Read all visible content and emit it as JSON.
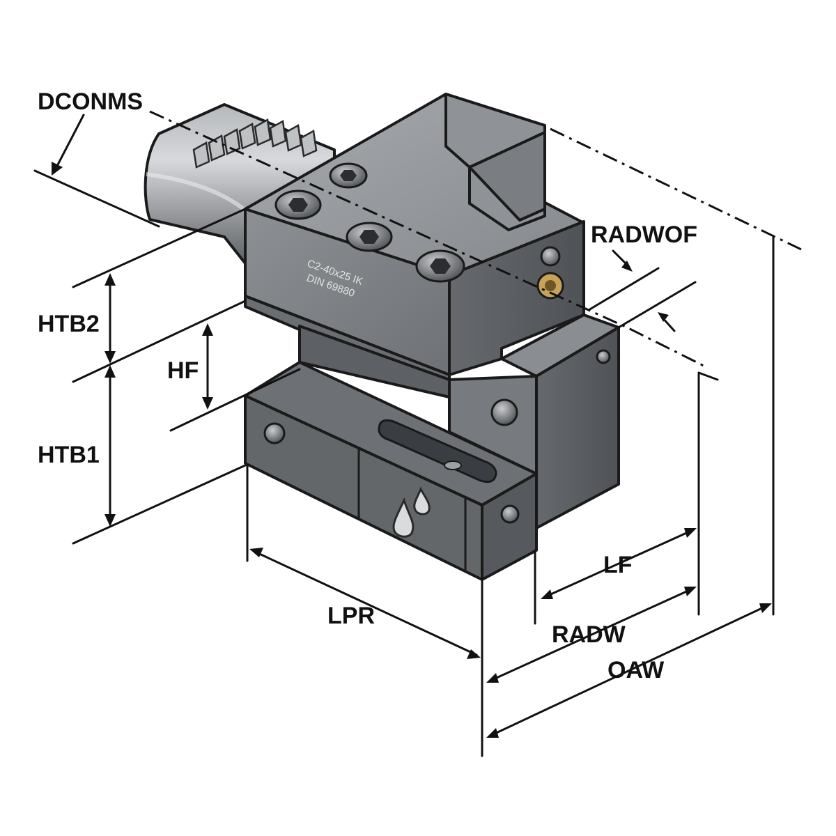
{
  "labels": {
    "dconms": "DCONMS",
    "radwof": "RADWOF",
    "htb2": "HTB2",
    "hf": "HF",
    "htb1": "HTB1",
    "lf": "LF",
    "lpr": "LPR",
    "radw": "RADW",
    "oaw": "OAW"
  },
  "engraving": {
    "line1": "C2-40x25 IK",
    "line2": "DIN 69880"
  },
  "colors": {
    "metal_light": "#9a9da1",
    "metal_mid": "#7c7f83",
    "metal_dark": "#55585c",
    "outline": "#1a1a1a",
    "bronze": "#c9a25a",
    "line": "#111111"
  },
  "icons": [
    "coolant-drops-icon",
    "hex-socket-screw-icon"
  ]
}
